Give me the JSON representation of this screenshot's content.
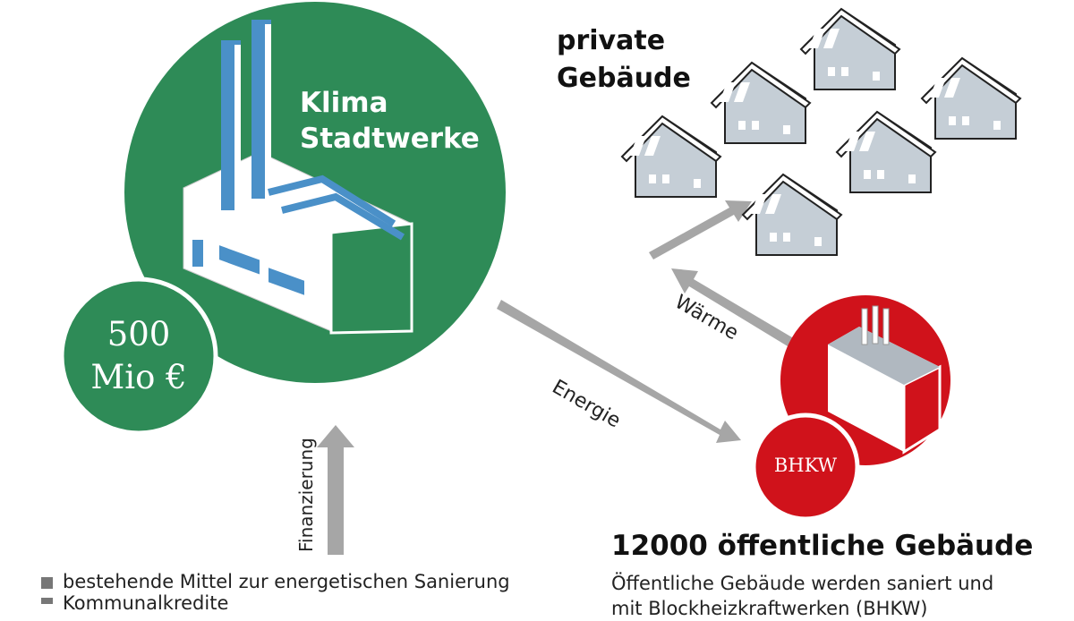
{
  "utility": {
    "name_line1": "Klima",
    "name_line2": "Stadtwerke",
    "budget_line1": "500",
    "budget_line2": "Mio €"
  },
  "private_buildings": {
    "line1": "private",
    "line2": "Gebäude"
  },
  "flows": {
    "energy": "Energie",
    "heat": "Wärme",
    "financing": "Finanzierung"
  },
  "chp": {
    "label": "BHKW"
  },
  "public_buildings": {
    "title": "12000 öffentliche Gebäude",
    "desc_line1": "Öffentliche Gebäude werden saniert und",
    "desc_line2": "mit Blockheizkraftwerken (BHKW)"
  },
  "legend": [
    {
      "label": "bestehende Mittel zur energetischen Sanierung"
    },
    {
      "label": "Kommunalkredite"
    }
  ],
  "colors": {
    "green": "#2e8b57",
    "blue": "#4a90c8",
    "red": "#d0121b",
    "arrow": "#a6a6a6",
    "house": "#c5ced6"
  }
}
